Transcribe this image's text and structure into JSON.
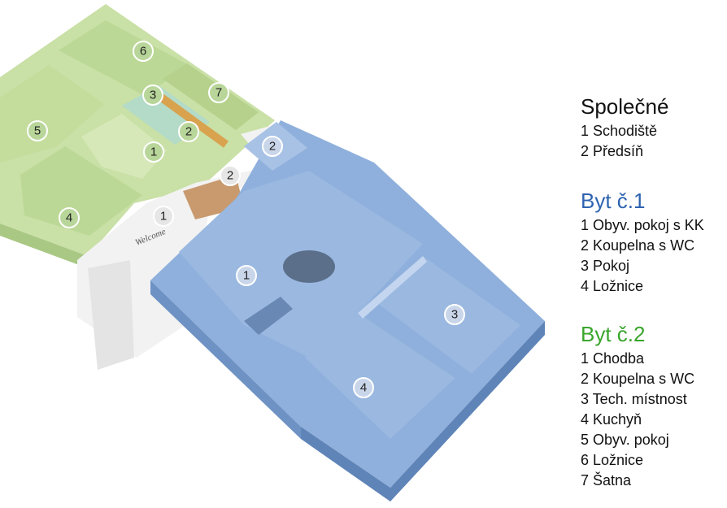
{
  "colors": {
    "byt1": "#8fb0dc",
    "byt1_dark": "#6e92c4",
    "byt2": "#c9e0a6",
    "byt2_dark": "#a9c884",
    "common": "#f2f2f2",
    "byt1_heading": "#2e63b0",
    "byt2_heading": "#3aa52c"
  },
  "legend": {
    "common": {
      "title": "Společné",
      "items": [
        "1 Schodiště",
        "2 Předsíň"
      ]
    },
    "byt1": {
      "title": "Byt č.1",
      "items": [
        "1 Obyv. pokoj s KK",
        "2 Koupelna s WC",
        "3 Pokoj",
        "4 Ložnice"
      ]
    },
    "byt2": {
      "title": "Byt č.2",
      "items": [
        "1 Chodba",
        "2 Koupelna s WC",
        "3 Tech. místnost",
        "4 Kuchyň",
        "5 Obyv. pokoj",
        "6 Ložnice",
        "7 Šatna"
      ]
    }
  },
  "badges": {
    "common_1": "1",
    "common_2": "2",
    "byt1_1": "1",
    "byt1_2": "2",
    "byt1_3": "3",
    "byt1_4": "4",
    "byt2_1": "1",
    "byt2_2": "2",
    "byt2_3": "3",
    "byt2_4": "4",
    "byt2_5": "5",
    "byt2_6": "6",
    "byt2_7": "7"
  },
  "sign": "Welcome",
  "icons": [
    "floor-plan-3d"
  ]
}
